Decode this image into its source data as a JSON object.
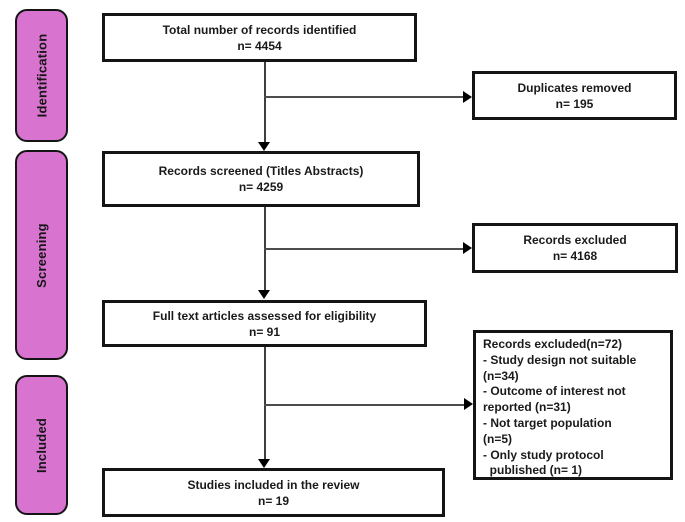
{
  "sidebar": {
    "stages": [
      {
        "label": "Identification"
      },
      {
        "label": "Screening"
      },
      {
        "label": "Included"
      }
    ],
    "fill_color": "#D873CF",
    "border_color": "#141414"
  },
  "flow": {
    "main_boxes": [
      {
        "line1": "Total number of records identified",
        "line2": "n= 4454"
      },
      {
        "line1": "Records screened (Titles Abstracts)",
        "line2": "n= 4259"
      },
      {
        "line1": "Full text articles assessed for eligibility",
        "line2": "n= 91"
      },
      {
        "line1": "Studies included in the review",
        "line2": "n= 19"
      }
    ],
    "side_boxes": [
      {
        "line1": "Duplicates removed",
        "line2": "n= 195"
      },
      {
        "line1": "Records excluded",
        "line2": "n= 4168"
      },
      {
        "text": "Records excluded(n=72)\n- Study design not suitable\n(n=34)\n- Outcome of interest not\nreported (n=31)\n- Not target population\n(n=5)\n- Only study protocol\n  published (n= 1)"
      }
    ],
    "box_border_color": "#141414",
    "connector_color": "#4c4c4c",
    "arrowhead_color": "#000000"
  }
}
